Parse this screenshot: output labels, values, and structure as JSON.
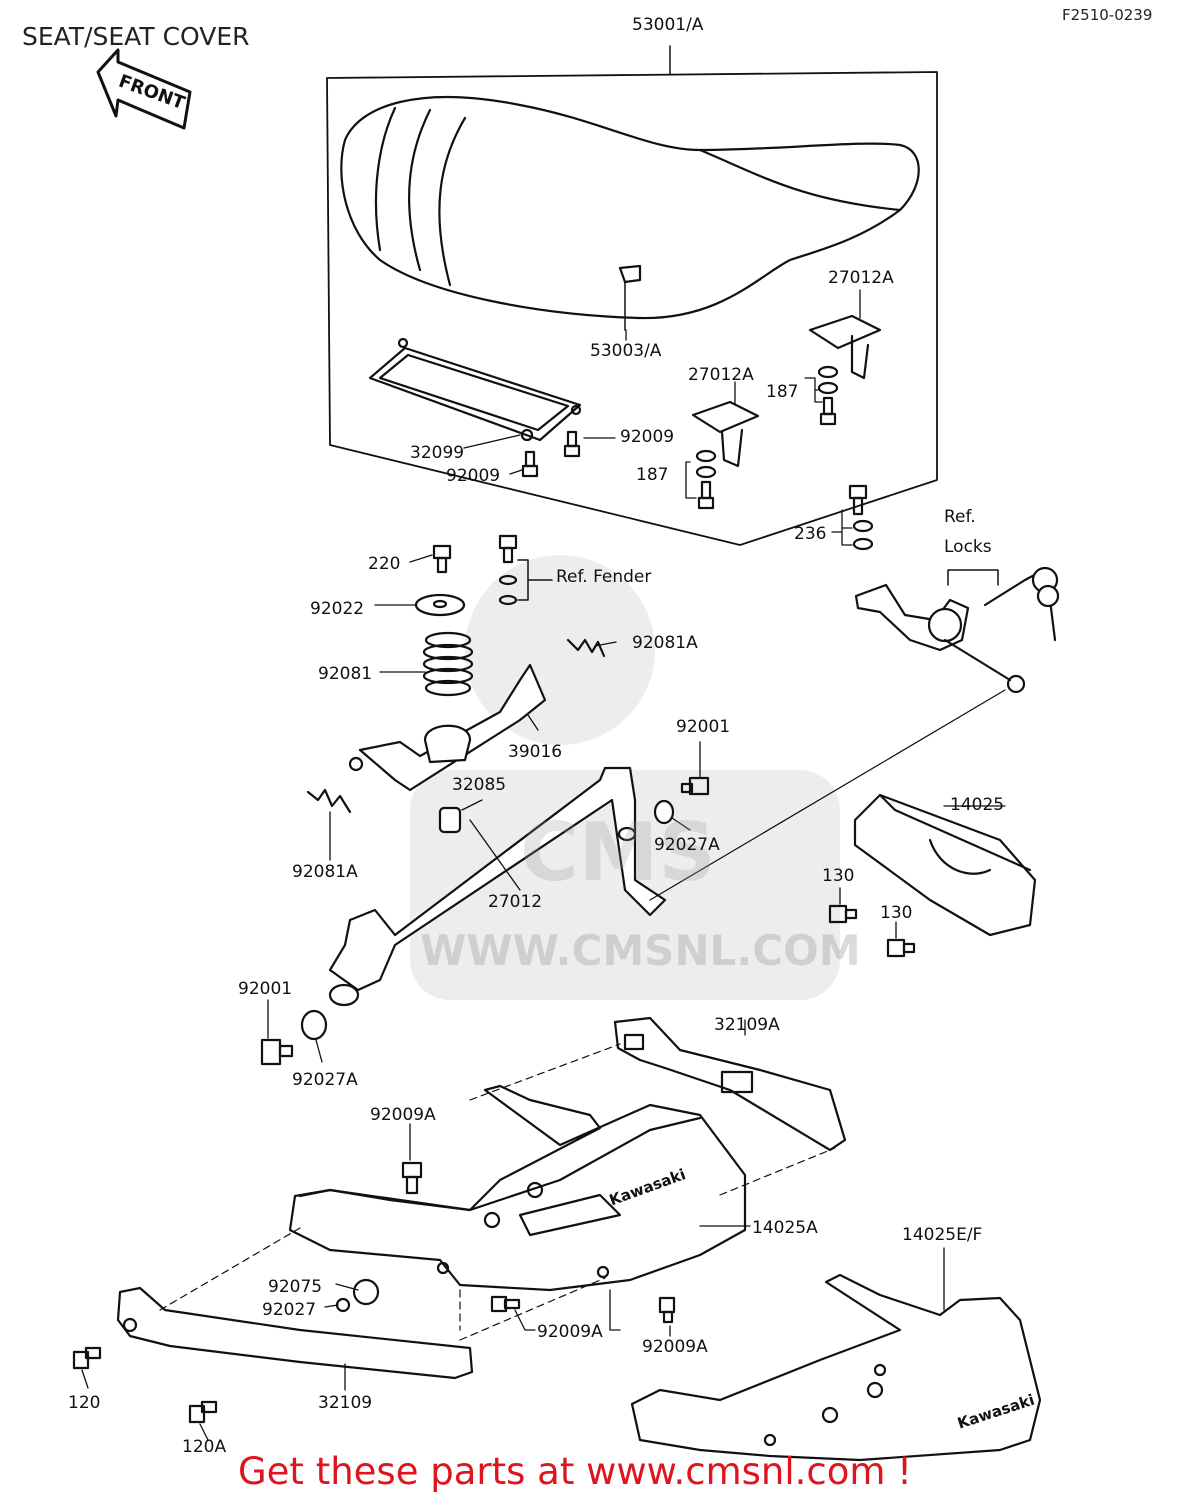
{
  "title": "SEAT/SEAT COVER",
  "diagram_code": "F2510-0239",
  "front_arrow": "FRONT",
  "watermark": {
    "text": "WWW.CMSNL.COM",
    "logo": "CMS"
  },
  "promo": "Get these parts at www.cmsnl.com !",
  "brand_mark": "Kawasaki",
  "labels": {
    "l53001a": "53001/A",
    "l53003a": "53003/A",
    "l27012a_1": "27012A",
    "l27012a_2": "27012A",
    "l187_1": "187",
    "l187_2": "187",
    "l32099": "32099",
    "l92009_1": "92009",
    "l92009_2": "92009",
    "l236": "236",
    "l220": "220",
    "l_ref_fender": "Ref. Fender",
    "l92022": "92022",
    "l92081a_1": "92081A",
    "l92081": "92081",
    "l39016": "39016",
    "l92001_1": "92001",
    "l32085": "32085",
    "l92027a_1": "92027A",
    "l14025": "14025",
    "l92081a_2": "92081A",
    "l27012": "27012",
    "l130_1": "130",
    "l130_2": "130",
    "l_ref": "Ref.",
    "l_locks": "Locks",
    "l92001_2": "92001",
    "l92027a_2": "92027A",
    "l32109a": "32109A",
    "l92009a_1": "92009A",
    "l14025a": "14025A",
    "l14025ef": "14025E/F",
    "l92075": "92075",
    "l92027": "92027",
    "l92009a_2": "92009A",
    "l92009a_3": "92009A",
    "l120": "120",
    "l120a": "120A",
    "l32109": "32109"
  }
}
